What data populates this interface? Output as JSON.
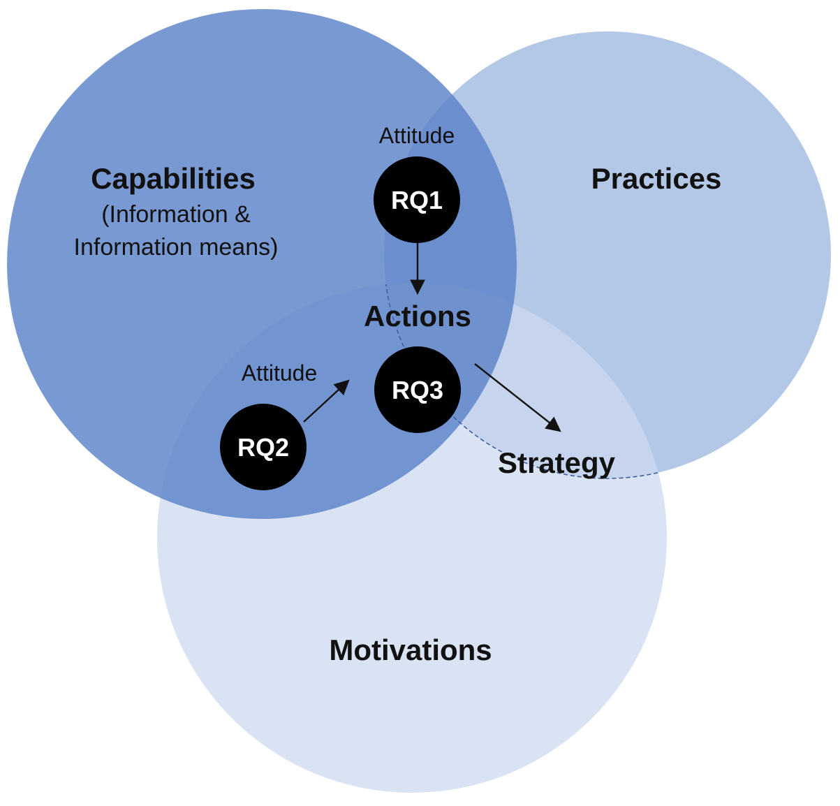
{
  "sets": {
    "capabilities": {
      "title": "Capabilities",
      "subtitle_line1": "(Information &",
      "subtitle_line2": "Information means)"
    },
    "practices": {
      "title": "Practices"
    },
    "motivations": {
      "title": "Motivations"
    }
  },
  "regions": {
    "actions": "Actions",
    "strategy": "Strategy"
  },
  "annotations": {
    "attitude_top": "Attitude",
    "attitude_left": "Attitude"
  },
  "nodes": {
    "rq1": "RQ1",
    "rq2": "RQ2",
    "rq3": "RQ3"
  },
  "colors": {
    "capabilities_fill": "#5b83c8",
    "practices_fill": "#a6bde2",
    "motivations_fill": "#ccd9ef",
    "node_fill": "#000000",
    "line": "#111111",
    "dashed_outline": "#3f5f99"
  }
}
